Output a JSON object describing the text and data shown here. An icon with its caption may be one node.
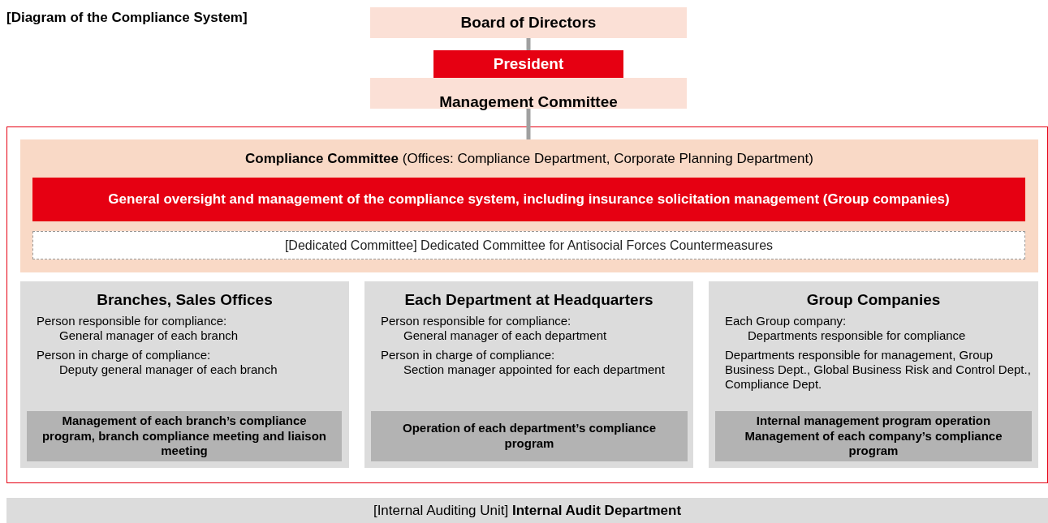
{
  "diagram": {
    "title": "[Diagram of the Compliance System]",
    "nodes": [
      {
        "text": [
          "Board of Directors"
        ]
      },
      {
        "text": [
          "President"
        ]
      },
      {
        "text": [
          "Management Committee"
        ]
      },
      {
        "text": [],
        "shape": "box"
      },
      {
        "text": [
          "**Compliance Committee** (Offices: Compliance Department, Corporate Planning Department)"
        ],
        "in": 3
      },
      {
        "text": [
          "General oversight and management of the compliance system, including insurance solicitation management (Group companies)"
        ],
        "in": 4
      },
      {
        "text": [
          "[Dedicated Committee] Dedicated Committee for Antisocial Forces Countermeasures"
        ],
        "in": 4
      },
      {
        "text": [
          "Branches, Sales Offices",
          "Person responsible for compliance:",
          "General manager of each branch",
          "Person in charge of compliance:",
          "Deputy general manager of each branch"
        ],
        "in": 3
      },
      {
        "text": [
          "Management of each branch’s compliance program, branch compliance meeting and liaison meeting"
        ],
        "in": 7
      },
      {
        "text": [
          "Each Department at Headquarters",
          "Person responsible for compliance:",
          "General manager of each department",
          "Person in charge of compliance:",
          "Section manager appointed for each department"
        ],
        "in": 3
      },
      {
        "text": [
          "Operation of each department’s compliance program"
        ],
        "in": 9
      },
      {
        "text": [
          "Group Companies",
          "Each Group company:",
          "Departments responsible for compliance",
          "Departments responsible for management, Group Business Dept., Global Business Risk and Control Dept., Compliance Dept."
        ],
        "in": 3
      },
      {
        "text": [
          "Internal management program operation",
          "Management of each company’s compliance program"
        ],
        "in": 11
      },
      {
        "text": [
          "[Internal Auditing Unit] **Internal Audit Department**"
        ]
      }
    ],
    "edges": [
      {
        "from": 0,
        "to": 1,
        "arrow": "none"
      },
      {
        "from": 2,
        "to": 4,
        "arrow": "none"
      }
    ]
  }
}
